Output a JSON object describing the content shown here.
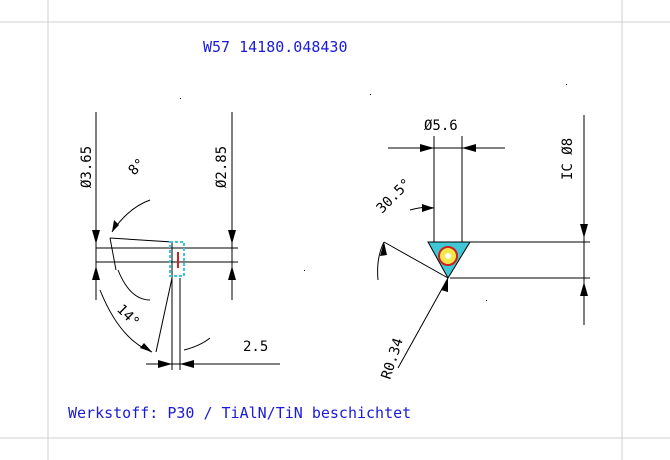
{
  "header": {
    "part_number": "W57 14180.048430"
  },
  "footer": {
    "material": "Werkstoff: P30 / TiAlN/TiN beschichtet"
  },
  "left_view": {
    "dim_diameter_outer": "Ø3.65",
    "dim_diameter_inner": "Ø2.85",
    "dim_angle_top": "8°",
    "dim_angle_bottom": "14°",
    "dim_length": "2.5"
  },
  "right_view": {
    "dim_diameter": "Ø5.6",
    "dim_inscribed_circle": "IC Ø8",
    "dim_angle": "30.5°",
    "dim_radius": "R0.34"
  },
  "colors": {
    "title_blue": "#1a1adb",
    "insert_cyan": "#3fc7d6",
    "insert_red": "#d22020",
    "insert_yellow": "#f2e84a"
  }
}
